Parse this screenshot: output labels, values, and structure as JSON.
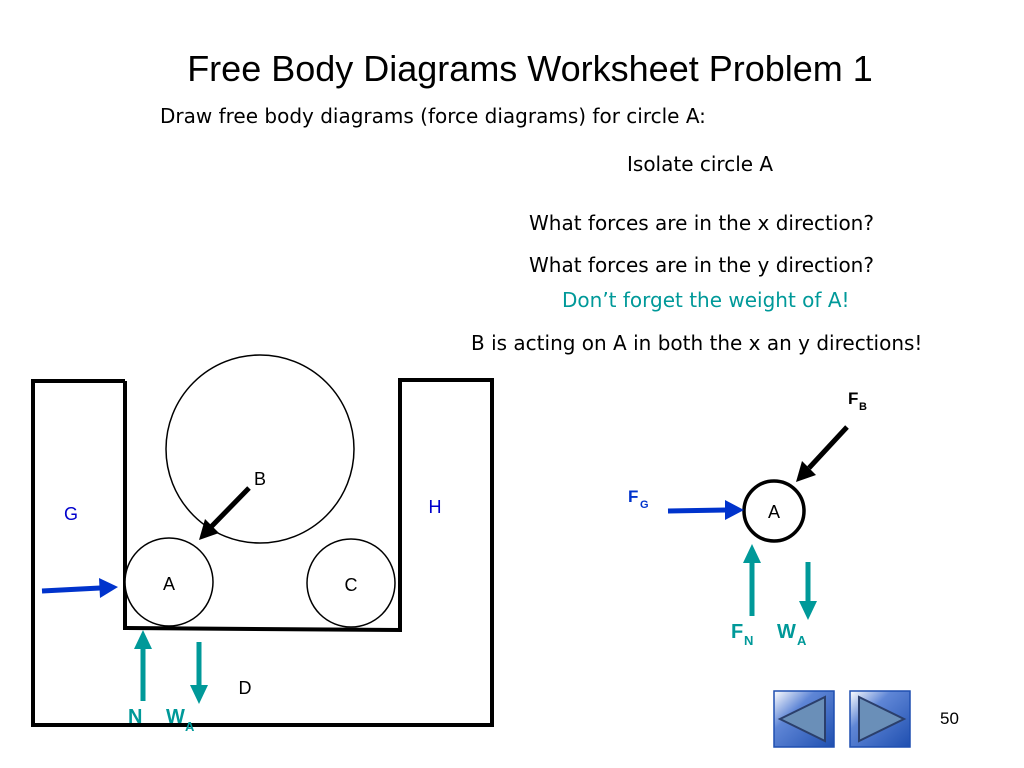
{
  "title": "Free Body Diagrams Worksheet Problem 1",
  "subtitle": "Draw free body diagrams (force diagrams) for circle A:",
  "instructions": {
    "isolate": "Isolate circle A",
    "x_forces": "What forces are in the x direction?",
    "y_forces": "What forces are in the y direction?",
    "weight_reminder": "Don’t forget the weight of A!",
    "b_note": "B is acting on A in both the x an y directions!"
  },
  "diagram": {
    "circle_b": "B",
    "circle_a": "A",
    "circle_c": "C",
    "wall_g": "G",
    "wall_h": "H",
    "container_d": "D",
    "normal_label": "N",
    "weight_label": "W",
    "weight_sub": "A"
  },
  "fbd": {
    "circle_label": "A",
    "fb": "F",
    "fb_sub": "B",
    "fg": "F",
    "fg_sub": "G",
    "fn": "F",
    "fn_sub": "N",
    "wa": "W",
    "wa_sub": "A"
  },
  "page_number": "50",
  "colors": {
    "teal": "#009999",
    "blue": "#0033cc",
    "label_blue": "#0000cc",
    "nav_button": "#3366cc",
    "nav_arrow": "#6a8fb8"
  },
  "nav": {
    "prev_icon": "triangle-left-icon",
    "next_icon": "triangle-right-icon"
  }
}
